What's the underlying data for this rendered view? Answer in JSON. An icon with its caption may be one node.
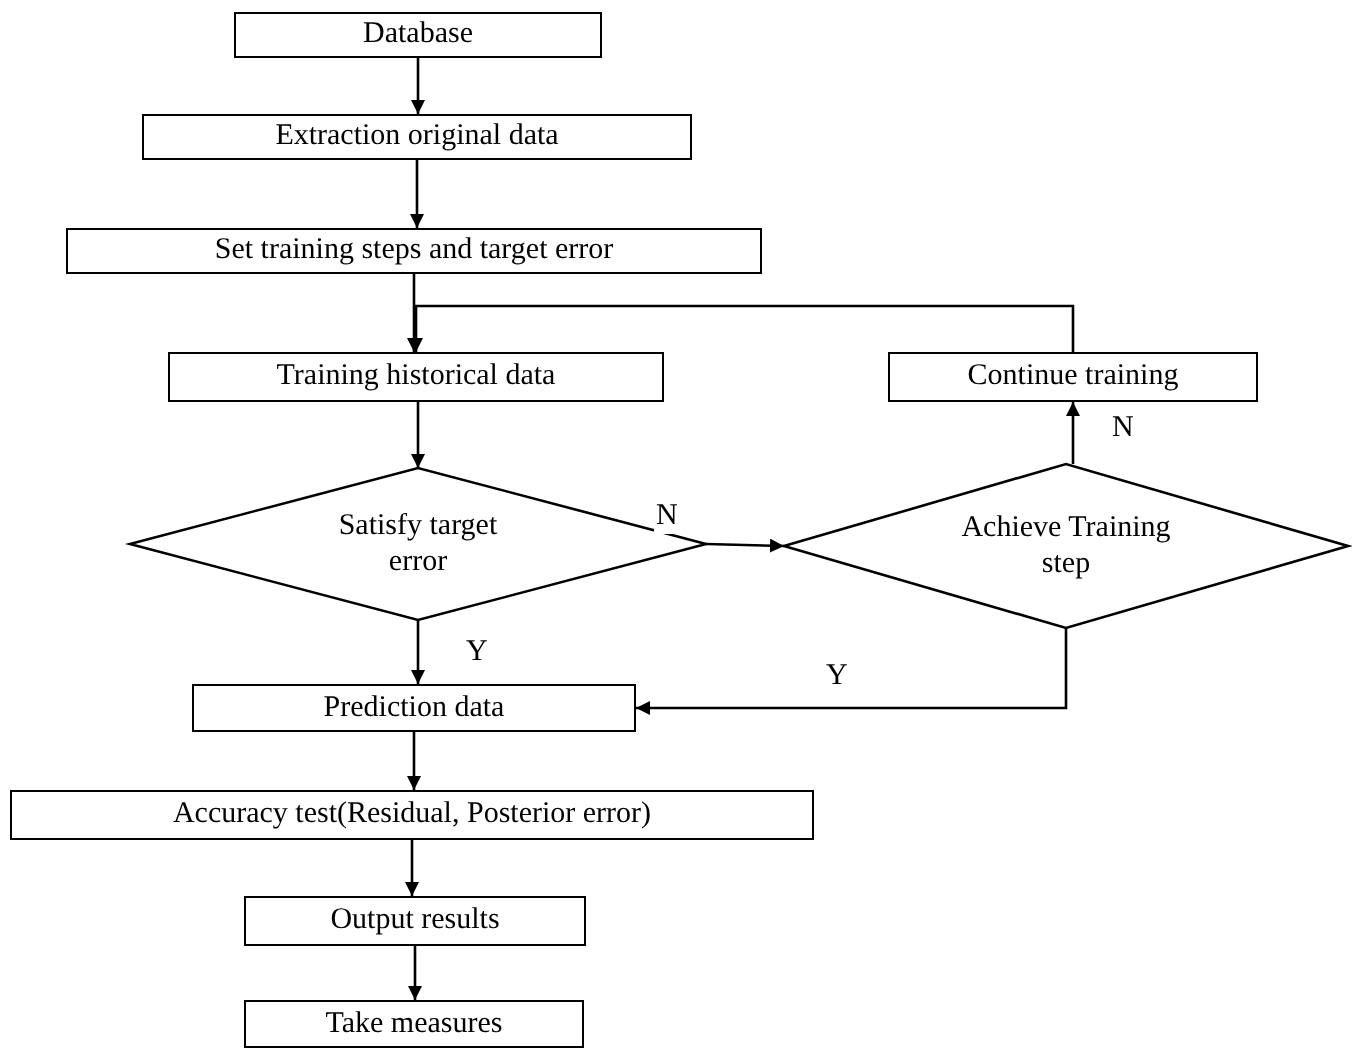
{
  "diagram": {
    "nodes": [
      {
        "text": [
          "Database"
        ]
      },
      {
        "text": [
          "Extraction original data"
        ]
      },
      {
        "text": [
          "Set training steps and target error"
        ]
      },
      {
        "text": [
          "Training historical data"
        ]
      },
      {
        "text": [
          "Continue training"
        ]
      },
      {
        "text": [
          "Satisfy target error"
        ]
      },
      {
        "text": [
          "Achieve Training step"
        ]
      },
      {
        "text": [
          "Prediction data"
        ]
      },
      {
        "text": [
          "Accuracy test(Residual, Posterior error)"
        ]
      },
      {
        "text": [
          "Output results"
        ]
      },
      {
        "text": [
          "Take measures"
        ]
      }
    ],
    "edges": [
      {
        "from": 0,
        "to": 1,
        "arrow": "to"
      },
      {
        "from": 1,
        "to": 2,
        "arrow": "to"
      },
      {
        "from": 2,
        "to": 3,
        "arrow": "to"
      },
      {
        "from": 3,
        "to": 5,
        "arrow": "to"
      },
      {
        "from": 5,
        "to": 6,
        "arrow": "to",
        "label": "N"
      },
      {
        "from": 6,
        "to": 4,
        "arrow": "to",
        "label": "N"
      },
      {
        "from": 4,
        "to": 3,
        "arrow": "to"
      },
      {
        "from": 5,
        "to": 7,
        "arrow": "to",
        "label": "Y"
      },
      {
        "from": 6,
        "to": 7,
        "arrow": "to",
        "label": "Y"
      },
      {
        "from": 7,
        "to": 8,
        "arrow": "to"
      },
      {
        "from": 8,
        "to": 9,
        "arrow": "to"
      },
      {
        "from": 9,
        "to": 10,
        "arrow": "to"
      }
    ]
  }
}
